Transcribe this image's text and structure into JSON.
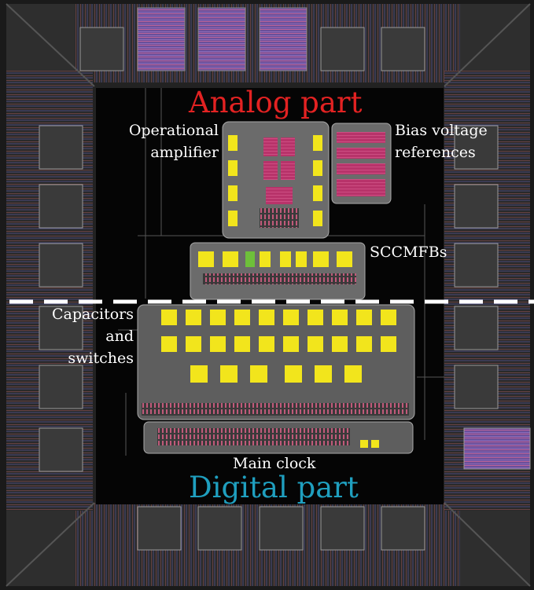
{
  "labels": {
    "analog_part": "Analog part",
    "digital_part": "Digital part",
    "opamp_line1": "Operational",
    "opamp_line2": "amplifier",
    "bias_line1": "Bias voltage",
    "bias_line2": "references",
    "sccmfbs": "SCCMFBs",
    "caps_line1": "Capacitors",
    "caps_line2": "and",
    "caps_line3": "switches",
    "main_clock": "Main clock"
  },
  "colors": {
    "background": "#1a1a1a",
    "core": "#050505",
    "analog_title": "#e32222",
    "digital_title": "#1f9fbf",
    "capacitor_yellow": "#f2e51c",
    "transistor_pink": "#c73a74",
    "block_gray": "#6e6e6e",
    "pad_purple": "#8a5fb0",
    "divider": "#ffffff"
  }
}
